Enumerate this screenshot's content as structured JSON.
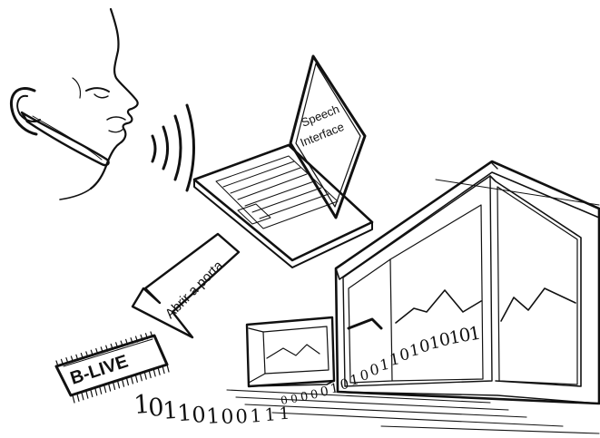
{
  "laptop": {
    "screen_line1": "Speech",
    "screen_line2": "Interface"
  },
  "arrow": {
    "label": "Abrir a porta"
  },
  "chip": {
    "label": "B-LIVE"
  },
  "binary": {
    "lower": "10110100111",
    "upper": "00000101001101010101"
  }
}
